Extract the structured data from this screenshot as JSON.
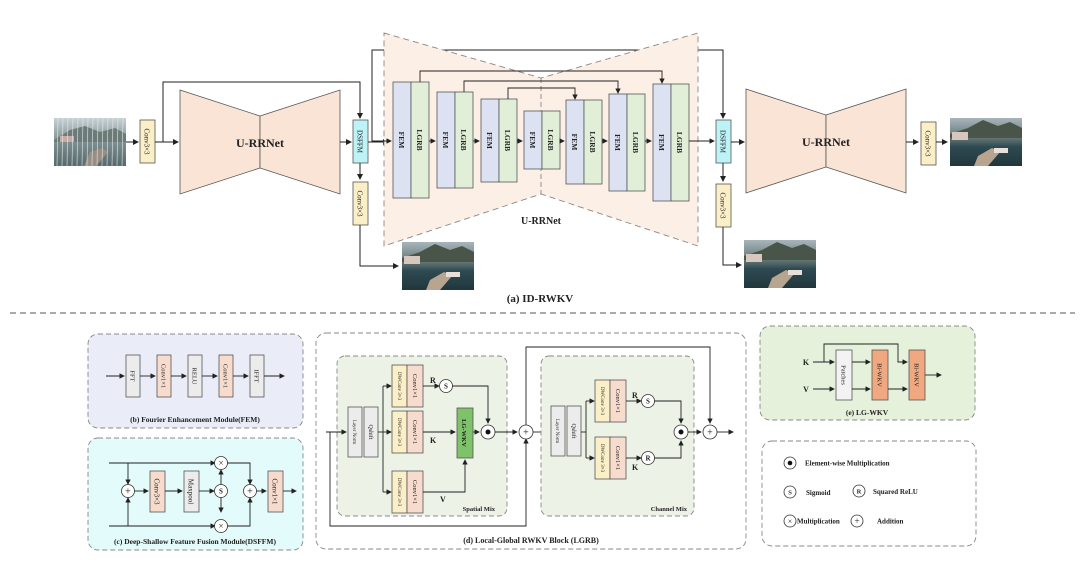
{
  "colors": {
    "urrnet_fill": "#f9e4d6",
    "urrnet_outer_fill": "#fcefe6",
    "fem_fill": "#dde2f3",
    "lgrb_fill": "#e1efd8",
    "conv_fill": "#fbefc8",
    "dsffm_fill": "#bdf3f7",
    "conv_orange": "#f7dccd",
    "gray_block": "#ececec",
    "fem_panel": "#eaedf8",
    "dsffm_panel": "#e3fbfb",
    "green_panel": "#ecf3e6",
    "lgwkv_panel": "#e6f1dc",
    "lgwkv_block": "#7ec26a",
    "biwkv_block": "#f0a880",
    "line": "#333333",
    "dash": "#888888"
  },
  "main": {
    "caption": "(a) ID-RWKV",
    "conv_in": "Conv3×3",
    "urrnet1": "U-RRNet",
    "dsffm1": "DSFFM",
    "conv_side1": "Conv3×3",
    "urrnet_center": "U-RRNet",
    "dsffm2": "DSFFM",
    "conv_side2": "Conv3×3",
    "urrnet2": "U-RRNet",
    "conv_out": "Conv3×3",
    "stages": [
      {
        "a": "FEM",
        "b": "LGRB"
      },
      {
        "a": "FEM",
        "b": "LGRB"
      },
      {
        "a": "FEM",
        "b": "LGRB"
      },
      {
        "a": "FEM",
        "b": "LGRB"
      },
      {
        "a": "FEM",
        "b": "LGRB"
      },
      {
        "a": "FEM",
        "b": "LGRB"
      },
      {
        "a": "FEM",
        "b": "LGRB"
      }
    ],
    "images": {
      "input": "rainy harbor image",
      "mid1": "derained harbor image",
      "mid2": "derained harbor image",
      "output": "derained harbor image"
    }
  },
  "fem": {
    "caption": "(b) Fourier Enhancement Module(FEM)",
    "blocks": [
      "FFT",
      "Conv1×1",
      "RELU",
      "Conv1×1",
      "IFFT"
    ]
  },
  "dsffm": {
    "caption": "(c) Deep-Shallow Feature Fusion Module(DSFFM)",
    "conv3": "Conv3×3",
    "maxpool": "Maxpool",
    "conv1": "Conv1×1",
    "s": "S"
  },
  "lgrb": {
    "caption": "(d) Local-Global RWKV Block (LGRB)",
    "spatial": {
      "title": "Spatial Mix",
      "layernorm": "Layer Norm",
      "qshift": "Qshift",
      "dwconv": "DWConv 3×3",
      "conv1": "Conv1×1",
      "r": "R",
      "k": "K",
      "v": "V",
      "lgwkv": "LG-WKV",
      "s": "S"
    },
    "channel": {
      "title": "Channel Mix",
      "layernorm": "Layer Norm",
      "qshift": "Qshift",
      "dwconv": "DWConv 3×3",
      "conv1": "Conv1×1",
      "r": "R",
      "k": "K",
      "s": "S",
      "rr": "R"
    }
  },
  "lgwkv": {
    "caption": "(e) LG-WKV",
    "k": "K",
    "v": "V",
    "patches": "Patches",
    "biwkv1": "Bi-WKV",
    "biwkv2": "Bi-WKV"
  },
  "legend": {
    "items": [
      {
        "symbol": "•",
        "label": "Element-wise Multiplication"
      },
      {
        "symbol": "S",
        "label": "Sigmoid"
      },
      {
        "symbol": "R",
        "label": "Squared ReLU"
      },
      {
        "symbol": "×",
        "label": "Multiplication"
      },
      {
        "symbol": "+",
        "label": "Addition"
      }
    ]
  }
}
